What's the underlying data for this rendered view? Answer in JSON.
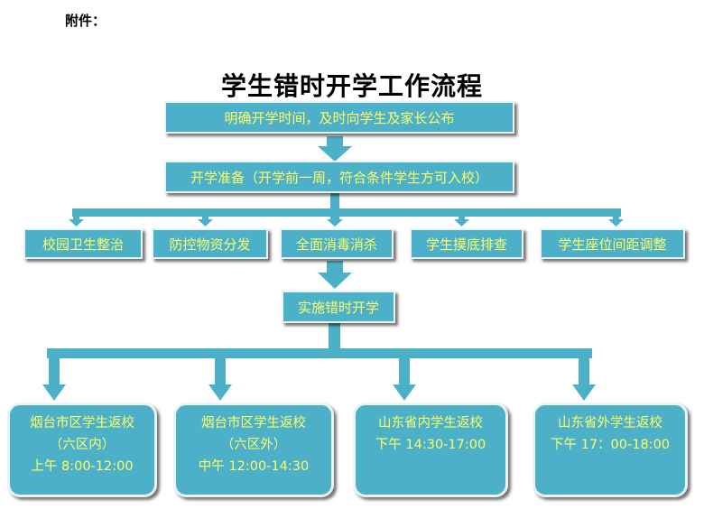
{
  "attachment_label": "附件：",
  "title": "学生错时开学工作流程",
  "step1": "明确开学时间，及时向学生及家长公布",
  "step2": "开学准备（开学前一周，符合条件学生方可入校）",
  "prep_tasks": [
    "校园卫生整治",
    "防控物资分发",
    "全面消毒消杀",
    "学生摸底排查",
    "学生座位间距调整"
  ],
  "step3": "实施错时开学",
  "groups": [
    {
      "line1": "烟台市区学生返校",
      "line2": "（六区内）",
      "line3": "上午 8:00-12:00"
    },
    {
      "line1": "烟台市区学生返校",
      "line2": "（六区外）",
      "line3": "中午 12:00-14:30"
    },
    {
      "line1": "山东省内学生返校",
      "line2": "下午 14:30-17:00",
      "line3": ""
    },
    {
      "line1": "山东省外学生返校",
      "line2": "下午 17：00-18:00",
      "line3": ""
    }
  ],
  "colors": {
    "box_fill": "#4cb0c8",
    "box_text": "#ffff66",
    "connector": "#4cb0c8"
  }
}
